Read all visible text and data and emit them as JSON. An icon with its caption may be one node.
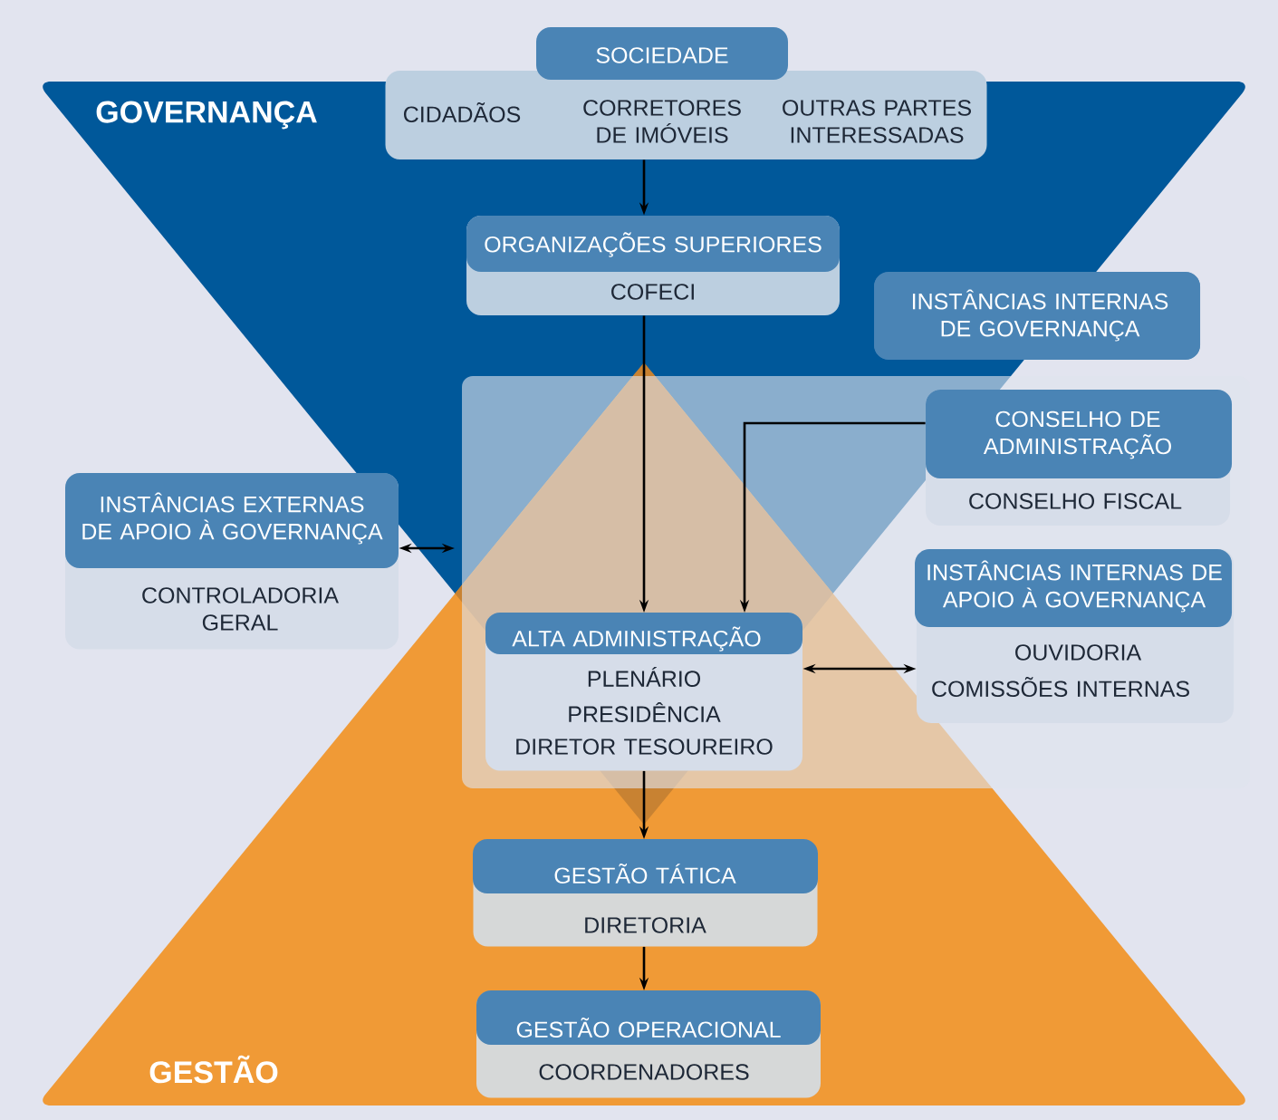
{
  "diagram": {
    "nodes": [
      {
        "text": [
          "SOCIEDADE",
          "CIDADÃOS",
          "CORRETORES DE IMÓVEIS",
          "OUTRAS PARTES INTERESSADAS"
        ]
      },
      {
        "text": [
          "ORGANIZAÇÕES SUPERIORES",
          "COFECI"
        ]
      },
      {
        "text": [
          "INSTÂNCIAS INTERNAS DE GOVERNANÇA"
        ]
      },
      {
        "text": [
          "CONSELHO DE ADMINISTRAÇÃO",
          "CONSELHO FISCAL"
        ]
      },
      {
        "text": [
          "INSTÂNCIAS EXTERNAS DE APOIO À GOVERNANÇA",
          "CONTROLADORIA GERAL"
        ]
      },
      {
        "text": [
          "INSTÂNCIAS INTERNAS DE APOIO À GOVERNANÇA",
          "OUVIDORIA",
          "COMISSÕES INTERNAS"
        ]
      },
      {
        "text": [
          "ALTA ADMINISTRAÇÃO",
          "PLENÁRIO",
          "PRESIDÊNCIA",
          "DIRETOR TESOUREIRO"
        ]
      },
      {
        "text": [
          "GESTÃO TÁTICA",
          "DIRETORIA"
        ]
      },
      {
        "text": [
          "GESTÃO OPERACIONAL",
          "COORDENADORES"
        ]
      }
    ],
    "edges": [
      {
        "from": 0,
        "to": 1,
        "arrow": "to"
      },
      {
        "from": 1,
        "to": 6,
        "arrow": "to"
      },
      {
        "from": 3,
        "to": 6,
        "arrow": "to"
      },
      {
        "from": 4,
        "to": 6,
        "arrow": "both"
      },
      {
        "from": 6,
        "to": 5,
        "arrow": "both"
      },
      {
        "from": 6,
        "to": 7,
        "arrow": "to"
      },
      {
        "from": 7,
        "to": 8,
        "arrow": "to"
      }
    ],
    "labels": [
      "GOVERNANÇA",
      "GESTÃO"
    ]
  }
}
